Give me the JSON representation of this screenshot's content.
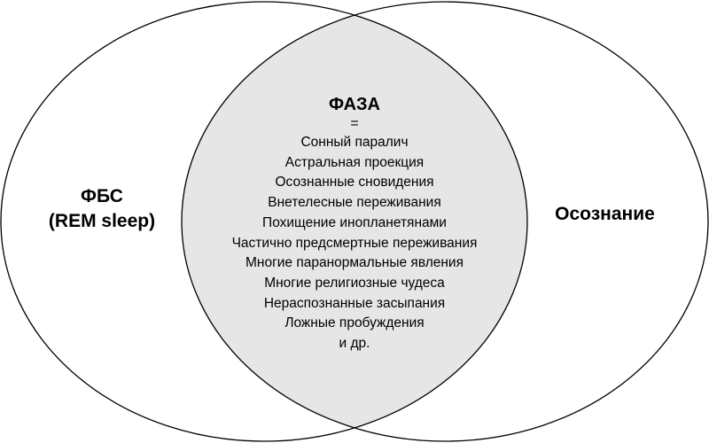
{
  "left_set": {
    "title": "ФБС",
    "subtitle": "(REM sleep)"
  },
  "right_set": {
    "title": "Осознание"
  },
  "intersection": {
    "title": "ФАЗА",
    "equals": "=",
    "items": [
      "Сонный паралич",
      "Астральная проекция",
      "Осознанные сновидения",
      "Внетелесные переживания",
      "Похищение инопланетянами",
      "Частично предсмертные переживания",
      "Многие паранормальные явления",
      "Многие религиозные чудеса",
      "Нераспознанные засыпания",
      "Ложные пробуждения",
      "и др."
    ],
    "fill_color": "#e6e6e6"
  }
}
